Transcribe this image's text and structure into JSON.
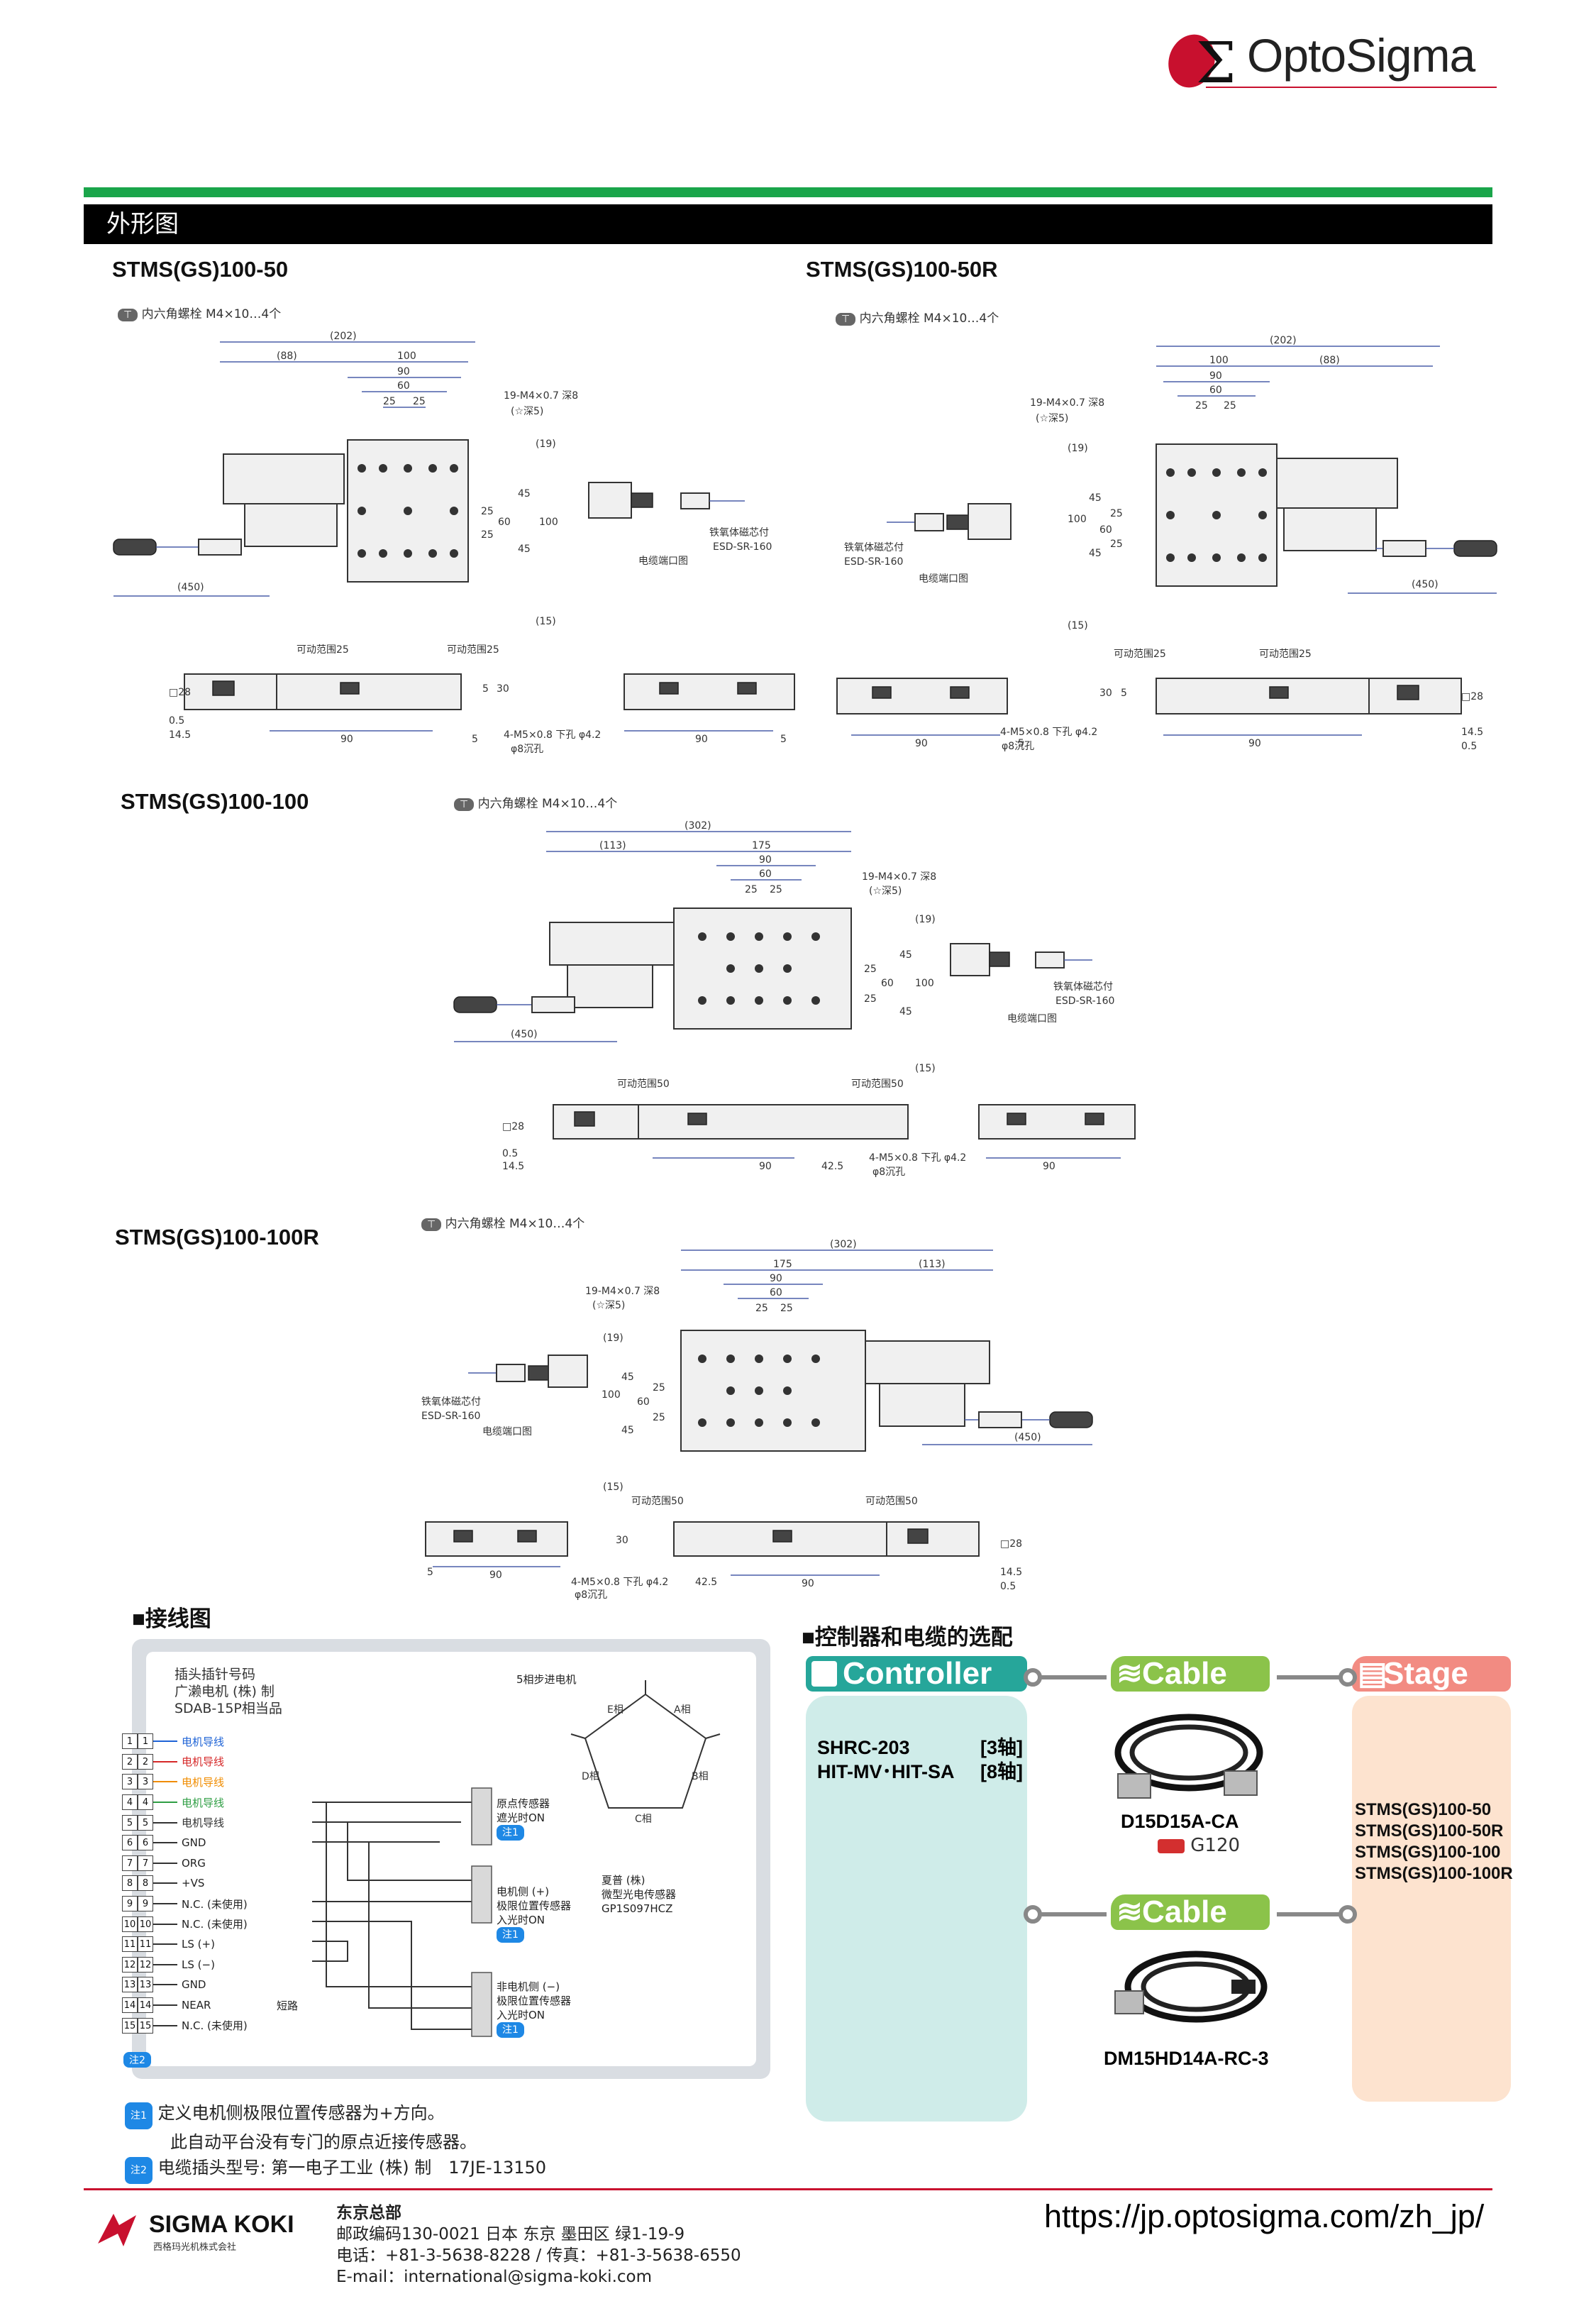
{
  "header": {
    "brand": "OptoSigma",
    "brand_color": "#c8102e"
  },
  "section_title": "外形图",
  "drawings": [
    {
      "model": "STMS(GS)100-50",
      "note": "内六角螺栓 M4×10…4个",
      "dims": [
        "(202)",
        "(88)",
        "100",
        "90",
        "60",
        "25",
        "25",
        "19-M4×0.7 深8",
        "(☆深5)",
        "(19)",
        "45",
        "25",
        "60",
        "100",
        "25",
        "45",
        "(15)",
        "(450)"
      ],
      "cable_label": "铁氧体磁芯付",
      "cable_code": "ESD-SR-160",
      "port_label": "电缆端口图",
      "range1": "可动范围25",
      "range2": "可动范围25",
      "side_dims": [
        "□28",
        "0.5",
        "14.5",
        "90",
        "5",
        "30",
        "5",
        "4-M5×0.8 下孔 φ4.2",
        "φ8沉孔",
        "90",
        "5"
      ]
    },
    {
      "model": "STMS(GS)100-50R",
      "note": "内六角螺栓 M4×10…4个",
      "dims": [
        "(202)",
        "100",
        "(88)",
        "90",
        "60",
        "25",
        "25",
        "19-M4×0.7 深8",
        "(☆深5)",
        "(19)",
        "100",
        "45",
        "25",
        "60",
        "25",
        "45",
        "(15)",
        "(450)"
      ],
      "cable_label": "铁氧体磁芯付",
      "cable_code": "ESD-SR-160",
      "port_label": "电缆端口图",
      "range1": "可动范围25",
      "range2": "可动范围25",
      "side_dims": [
        "90",
        "5",
        "30",
        "5",
        "4-M5×0.8 下孔 φ4.2",
        "φ8沉孔",
        "90",
        "□28",
        "14.5",
        "0.5"
      ]
    },
    {
      "model": "STMS(GS)100-100",
      "note": "内六角螺栓 M4×10…4个",
      "dims": [
        "(302)",
        "(113)",
        "175",
        "90",
        "60",
        "25",
        "25",
        "19-M4×0.7 深8",
        "(☆深5)",
        "(19)",
        "45",
        "25",
        "60",
        "100",
        "25",
        "45",
        "(15)",
        "(450)"
      ],
      "cable_label": "铁氧体磁芯付",
      "cable_code": "ESD-SR-160",
      "port_label": "电缆端口图",
      "range1": "可动范围50",
      "range2": "可动范围50",
      "side_dims": [
        "□28",
        "0.5",
        "14.5",
        "90",
        "42.5",
        "4-M5×0.8 下孔 φ4.2",
        "φ8沉孔",
        "90"
      ]
    },
    {
      "model": "STMS(GS)100-100R",
      "note": "内六角螺栓 M4×10…4个",
      "dims": [
        "(302)",
        "175",
        "(113)",
        "90",
        "60",
        "25",
        "25",
        "19-M4×0.7 深8",
        "(☆深5)",
        "(19)",
        "100",
        "45",
        "25",
        "60",
        "25",
        "45",
        "(15)",
        "(450)"
      ],
      "cable_label": "铁氧体磁芯付",
      "cable_code": "ESD-SR-160",
      "port_label": "电缆端口图",
      "range1": "可动范围50",
      "range2": "可动范围50",
      "side_dims": [
        "5",
        "90",
        "30",
        "4-M5×0.8 下孔 φ4.2",
        "φ8沉孔",
        "42.5",
        "90",
        "14.5",
        "0.5",
        "□28"
      ]
    }
  ],
  "wiring": {
    "title": "■接线图",
    "connector_note": [
      "插头插针号码",
      "广濑电机 (株) 制",
      "SDAB-15P相当品"
    ],
    "motor_title": "5相步进电机",
    "phases": [
      "A相",
      "B相",
      "C相",
      "D相",
      "E相"
    ],
    "pins": [
      {
        "n": "1",
        "sig": "电机导线",
        "color": "#1e63d6"
      },
      {
        "n": "2",
        "sig": "电机导线",
        "color": "#d62828"
      },
      {
        "n": "3",
        "sig": "电机导线",
        "color": "#f08c00"
      },
      {
        "n": "4",
        "sig": "电机导线",
        "color": "#2f9e44"
      },
      {
        "n": "5",
        "sig": "电机导线",
        "color": "#333333"
      },
      {
        "n": "6",
        "sig": "GND",
        "color": ""
      },
      {
        "n": "7",
        "sig": "ORG",
        "color": ""
      },
      {
        "n": "8",
        "sig": "+VS",
        "color": ""
      },
      {
        "n": "9",
        "sig": "N.C. (未使用)",
        "color": ""
      },
      {
        "n": "10",
        "sig": "N.C. (未使用)",
        "color": ""
      },
      {
        "n": "11",
        "sig": "LS (+)",
        "color": ""
      },
      {
        "n": "12",
        "sig": "LS (−)",
        "color": ""
      },
      {
        "n": "13",
        "sig": "GND",
        "color": ""
      },
      {
        "n": "14",
        "sig": "NEAR",
        "color": ""
      },
      {
        "n": "15",
        "sig": "N.C. (未使用)",
        "color": ""
      }
    ],
    "short_label": "短路",
    "sensor_origin": [
      "原点传感器",
      "遮光时ON"
    ],
    "sensor_plus": [
      "电机侧 (+)",
      "极限位置传感器",
      "入光时ON"
    ],
    "sensor_minus": [
      "非电机侧 (−)",
      "极限位置传感器",
      "入光时ON"
    ],
    "sensor_maker": [
      "夏普 (株)",
      "微型光电传感器",
      "GP1S097HCZ"
    ],
    "note1_badge": "注1",
    "note2_badge": "注2",
    "note1": "定义电机侧极限位置传感器为+方向。",
    "note1b": "此自动平台没有专门的原点近接传感器。",
    "note2": "电缆插头型号: 第一电子工业 (株) 制　17JE-13150"
  },
  "compat": {
    "title": "■控制器和电缆的选配",
    "controller_header": "Controller",
    "cable_header": "Cable",
    "stage_header": "Stage",
    "controllers": [
      {
        "name": "SHRC-203",
        "axes": "[3轴]"
      },
      {
        "name": "HIT-MV･HIT-SA",
        "axes": "[8轴]"
      }
    ],
    "cable1": "D15D15A-CA",
    "cable1_code": "G120",
    "cable2": "DM15HD14A-RC-3",
    "stages": [
      "STMS(GS)100-50",
      "STMS(GS)100-50R",
      "STMS(GS)100-100",
      "STMS(GS)100-100R"
    ],
    "colors": {
      "controller": "#26a69a",
      "cable": "#8bc34a",
      "stage": "#f28b82"
    }
  },
  "footer": {
    "company": "SIGMA KOKI",
    "company_sub": "西格玛光机株式会社",
    "hq": "东京总部",
    "address": "邮政编码130-0021 日本 东京 墨田区 绿1-19-9",
    "phone": "电话：+81-3-5638-8228 / 传真：+81-3-5638-6550",
    "email": "E-mail：international@sigma-koki.com",
    "url": "https://jp.optosigma.com/zh_jp/"
  }
}
